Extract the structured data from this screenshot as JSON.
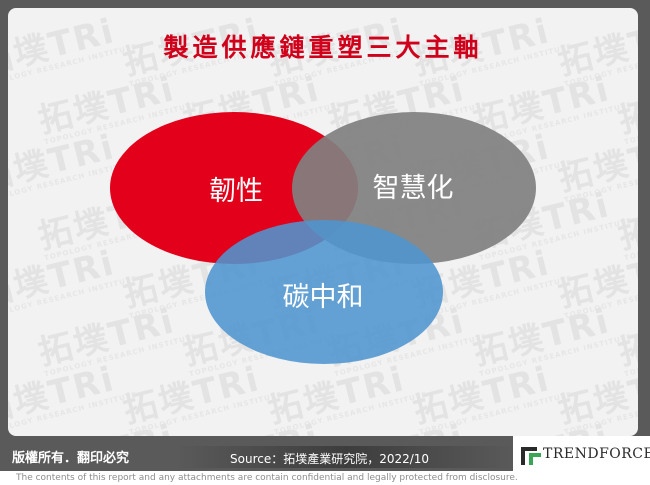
{
  "title": "製造供應鏈重塑三大主軸",
  "diagram": {
    "type": "venn",
    "sets": [
      {
        "label": "韌性",
        "color": "#e2001a"
      },
      {
        "label": "智慧化",
        "color": "#808080"
      },
      {
        "label": "碳中和",
        "color": "#4f95d0"
      }
    ]
  },
  "watermark": {
    "main": "拓墣TRi",
    "sub": "TOPOLOGY RESEARCH INSTITUTE"
  },
  "footer": {
    "rights": "版權所有．翻印必究",
    "source": "Source：拓墣產業研究院，2022/10",
    "logo": "TRENDFORCE",
    "disclaimer": "The contents of this report and any attachments are contain confidential and legally protected from disclosure."
  }
}
